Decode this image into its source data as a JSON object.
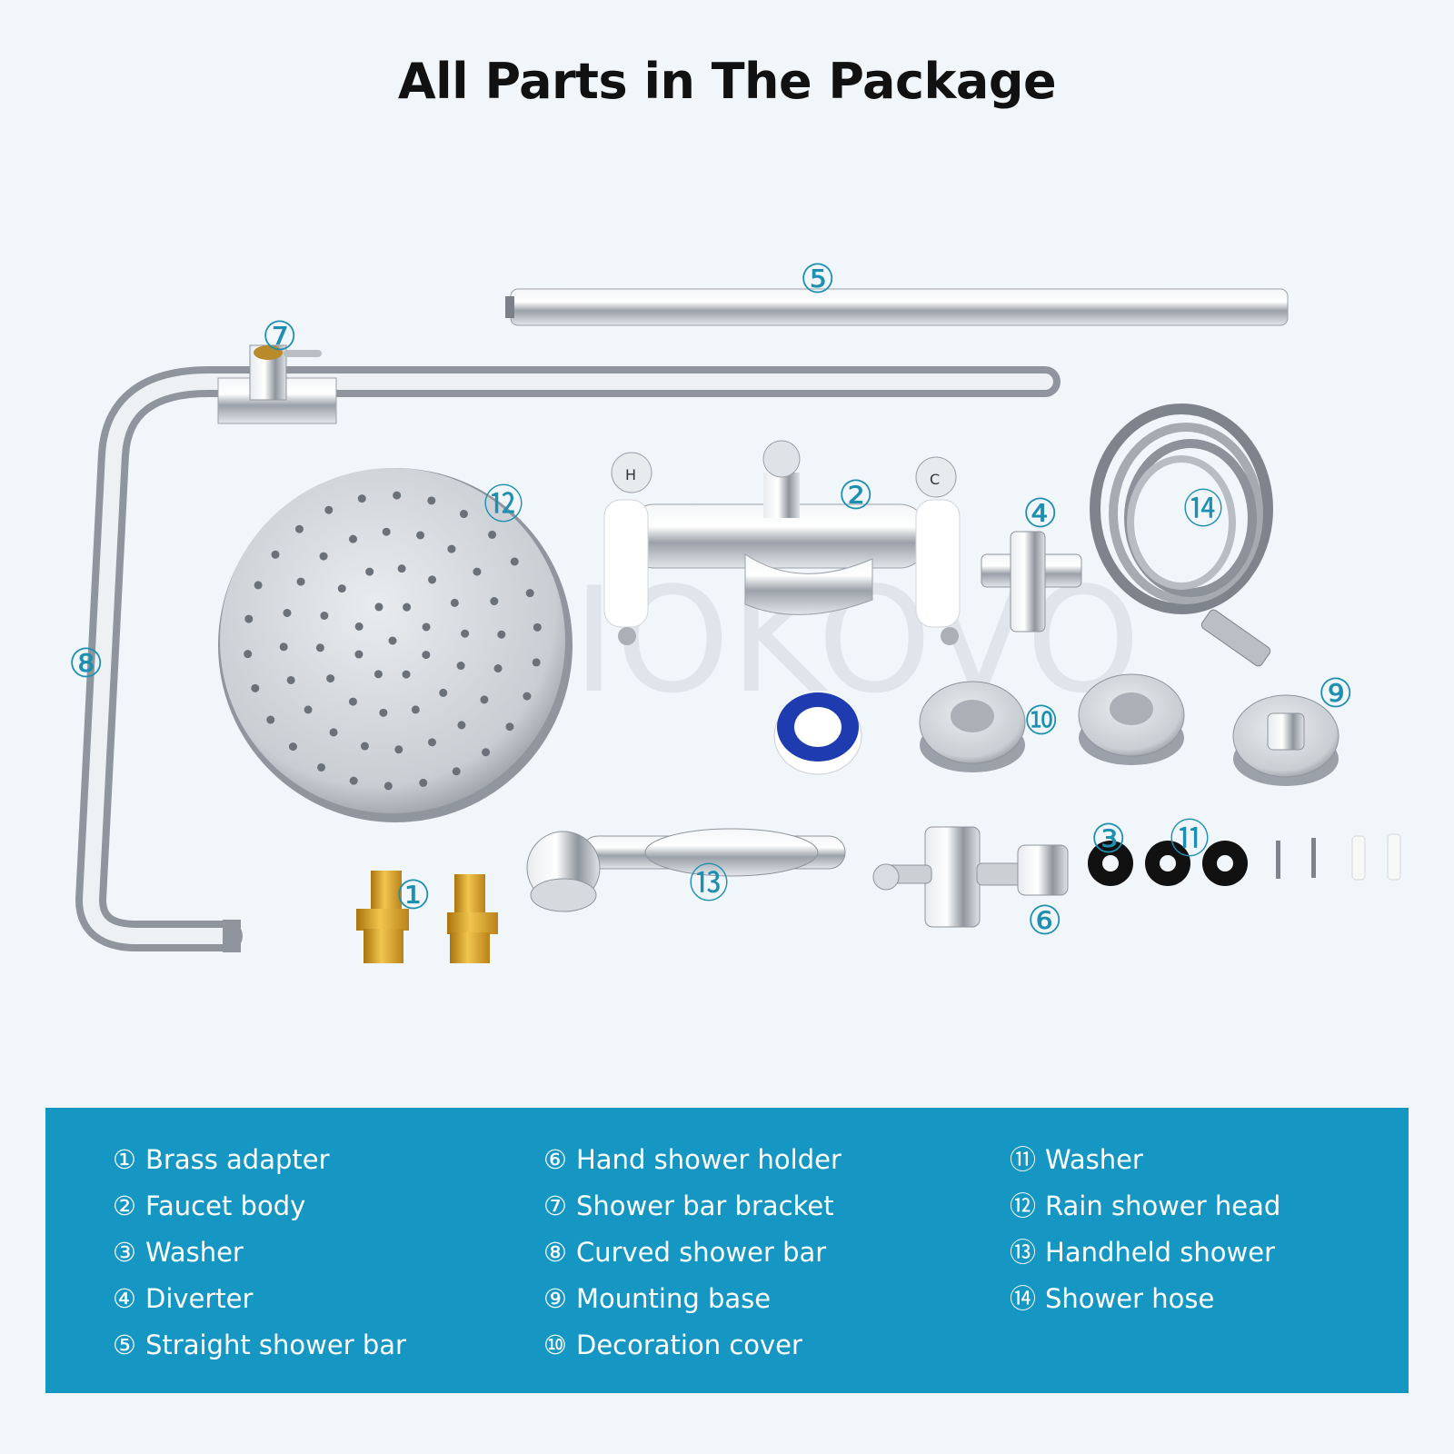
{
  "title": "All Parts in The Package",
  "watermark": "IOKOVO",
  "callouts": {
    "c1": "①",
    "c2": "②",
    "c3": "③",
    "c4": "④",
    "c5": "⑤",
    "c6": "⑥",
    "c7": "⑦",
    "c8": "⑧",
    "c9": "⑨",
    "c10": "⑩",
    "c11": "⑪",
    "c12": "⑫",
    "c13": "⑬",
    "c14": "⑭"
  },
  "legend": {
    "columns": [
      [
        {
          "num": "①",
          "label": "Brass adapter"
        },
        {
          "num": "②",
          "label": "Faucet body"
        },
        {
          "num": "③",
          "label": "Washer"
        },
        {
          "num": "④",
          "label": "Diverter"
        },
        {
          "num": "⑤",
          "label": "Straight shower bar"
        }
      ],
      [
        {
          "num": "⑥",
          "label": "Hand shower holder"
        },
        {
          "num": "⑦",
          "label": "Shower bar bracket"
        },
        {
          "num": "⑧",
          "label": "Curved shower bar"
        },
        {
          "num": "⑨",
          "label": "Mounting base"
        },
        {
          "num": "⑩",
          "label": "Decoration cover"
        }
      ],
      [
        {
          "num": "⑪",
          "label": "Washer"
        },
        {
          "num": "⑫",
          "label": "Rain shower head"
        },
        {
          "num": "⑬",
          "label": "Handheld shower"
        },
        {
          "num": "⑭",
          "label": "Shower hose"
        }
      ]
    ]
  },
  "colors": {
    "background": "#f1f6fb",
    "legend_bg": "#1596c3",
    "callout": "#1e8fb0",
    "chrome": "#c4c9cf",
    "brass": "#d9a425",
    "tape_blue": "#1f3bb0"
  }
}
